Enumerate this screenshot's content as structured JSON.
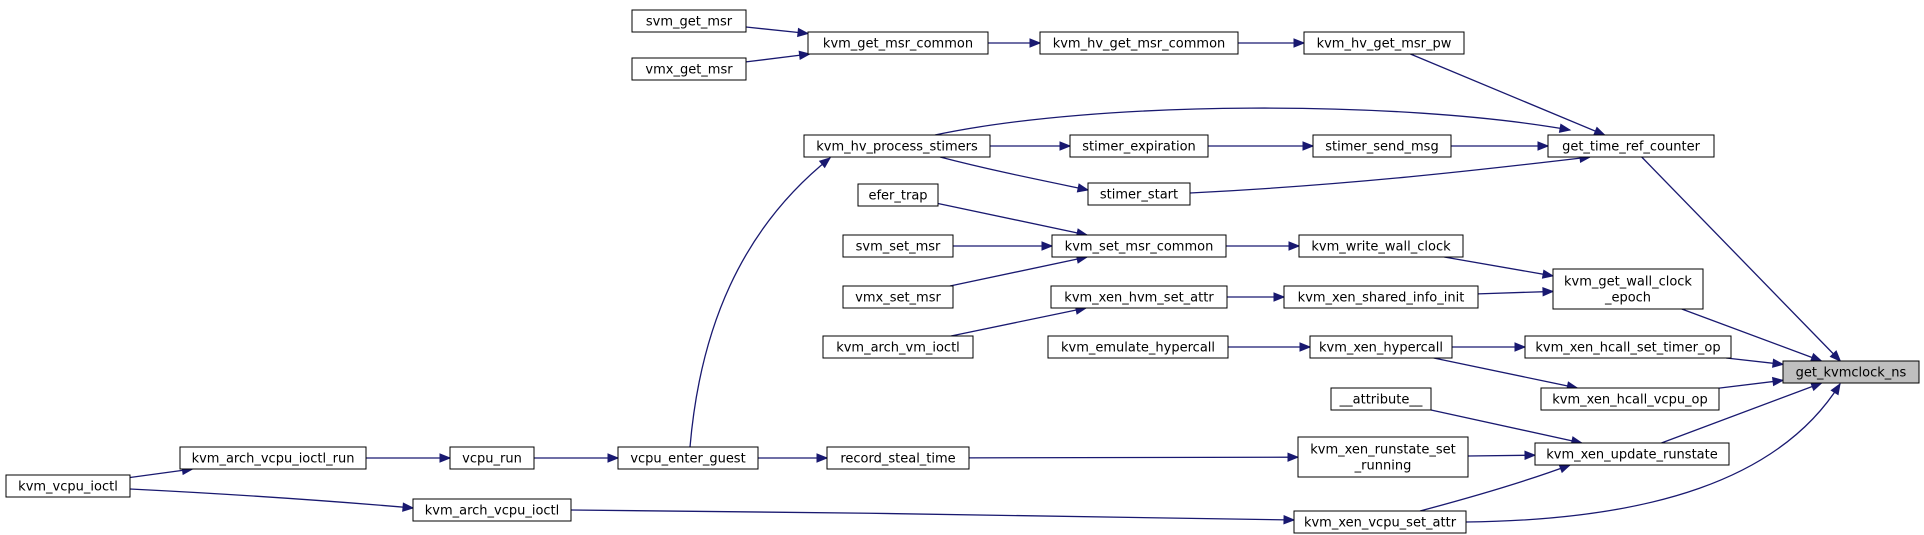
{
  "colors": {
    "edge": "#191970",
    "node_border": "#000000",
    "focus_fill": "#bfbfbf",
    "background": "#ffffff"
  },
  "nodes": [
    {
      "id": "svm_get_msr",
      "lines": [
        "svm_get_msr"
      ]
    },
    {
      "id": "vmx_get_msr",
      "lines": [
        "vmx_get_msr"
      ]
    },
    {
      "id": "kvm_get_msr_common",
      "lines": [
        "kvm_get_msr_common"
      ]
    },
    {
      "id": "kvm_hv_get_msr_common",
      "lines": [
        "kvm_hv_get_msr_common"
      ]
    },
    {
      "id": "kvm_hv_get_msr_pw",
      "lines": [
        "kvm_hv_get_msr_pw"
      ]
    },
    {
      "id": "kvm_hv_process_stimers",
      "lines": [
        "kvm_hv_process_stimers"
      ]
    },
    {
      "id": "stimer_expiration",
      "lines": [
        "stimer_expiration"
      ]
    },
    {
      "id": "stimer_send_msg",
      "lines": [
        "stimer_send_msg"
      ]
    },
    {
      "id": "get_time_ref_counter",
      "lines": [
        "get_time_ref_counter"
      ]
    },
    {
      "id": "stimer_start",
      "lines": [
        "stimer_start"
      ]
    },
    {
      "id": "efer_trap",
      "lines": [
        "efer_trap"
      ]
    },
    {
      "id": "svm_set_msr",
      "lines": [
        "svm_set_msr"
      ]
    },
    {
      "id": "kvm_set_msr_common",
      "lines": [
        "kvm_set_msr_common"
      ]
    },
    {
      "id": "kvm_write_wall_clock",
      "lines": [
        "kvm_write_wall_clock"
      ]
    },
    {
      "id": "kvm_get_wall_clock_epoch",
      "lines": [
        "kvm_get_wall_clock",
        "_epoch"
      ]
    },
    {
      "id": "vmx_set_msr",
      "lines": [
        "vmx_set_msr"
      ]
    },
    {
      "id": "kvm_xen_hvm_set_attr",
      "lines": [
        "kvm_xen_hvm_set_attr"
      ]
    },
    {
      "id": "kvm_xen_shared_info_init",
      "lines": [
        "kvm_xen_shared_info_init"
      ]
    },
    {
      "id": "kvm_arch_vm_ioctl",
      "lines": [
        "kvm_arch_vm_ioctl"
      ]
    },
    {
      "id": "kvm_emulate_hypercall",
      "lines": [
        "kvm_emulate_hypercall"
      ]
    },
    {
      "id": "kvm_xen_hypercall",
      "lines": [
        "kvm_xen_hypercall"
      ]
    },
    {
      "id": "kvm_xen_hcall_set_timer_op",
      "lines": [
        "kvm_xen_hcall_set_timer_op"
      ]
    },
    {
      "id": "get_kvmclock_ns",
      "lines": [
        "get_kvmclock_ns"
      ],
      "focus": true
    },
    {
      "id": "kvm_xen_hcall_vcpu_op",
      "lines": [
        "kvm_xen_hcall_vcpu_op"
      ]
    },
    {
      "id": "__attribute__",
      "lines": [
        "__attribute__"
      ]
    },
    {
      "id": "kvm_xen_runstate_set_running",
      "lines": [
        "kvm_xen_runstate_set",
        "_running"
      ]
    },
    {
      "id": "kvm_xen_update_runstate",
      "lines": [
        "kvm_xen_update_runstate"
      ]
    },
    {
      "id": "kvm_vcpu_ioctl",
      "lines": [
        "kvm_vcpu_ioctl"
      ]
    },
    {
      "id": "kvm_arch_vcpu_ioctl_run",
      "lines": [
        "kvm_arch_vcpu_ioctl_run"
      ]
    },
    {
      "id": "vcpu_run",
      "lines": [
        "vcpu_run"
      ]
    },
    {
      "id": "vcpu_enter_guest",
      "lines": [
        "vcpu_enter_guest"
      ]
    },
    {
      "id": "record_steal_time",
      "lines": [
        "record_steal_time"
      ]
    },
    {
      "id": "kvm_arch_vcpu_ioctl",
      "lines": [
        "kvm_arch_vcpu_ioctl"
      ]
    },
    {
      "id": "kvm_xen_vcpu_set_attr",
      "lines": [
        "kvm_xen_vcpu_set_attr"
      ]
    }
  ],
  "edges": [
    {
      "from": "svm_get_msr",
      "to": "kvm_get_msr_common"
    },
    {
      "from": "vmx_get_msr",
      "to": "kvm_get_msr_common"
    },
    {
      "from": "kvm_get_msr_common",
      "to": "kvm_hv_get_msr_common"
    },
    {
      "from": "kvm_hv_get_msr_common",
      "to": "kvm_hv_get_msr_pw"
    },
    {
      "from": "kvm_hv_get_msr_pw",
      "to": "get_time_ref_counter"
    },
    {
      "from": "kvm_hv_process_stimers",
      "to": "get_time_ref_counter"
    },
    {
      "from": "kvm_hv_process_stimers",
      "to": "stimer_expiration"
    },
    {
      "from": "stimer_expiration",
      "to": "stimer_send_msg"
    },
    {
      "from": "stimer_send_msg",
      "to": "get_time_ref_counter"
    },
    {
      "from": "stimer_start",
      "to": "get_time_ref_counter"
    },
    {
      "from": "kvm_hv_process_stimers",
      "to": "stimer_start"
    },
    {
      "from": "get_time_ref_counter",
      "to": "get_kvmclock_ns"
    },
    {
      "from": "efer_trap",
      "to": "kvm_set_msr_common"
    },
    {
      "from": "svm_set_msr",
      "to": "kvm_set_msr_common"
    },
    {
      "from": "vmx_set_msr",
      "to": "kvm_set_msr_common"
    },
    {
      "from": "kvm_set_msr_common",
      "to": "kvm_write_wall_clock"
    },
    {
      "from": "kvm_write_wall_clock",
      "to": "kvm_get_wall_clock_epoch"
    },
    {
      "from": "kvm_arch_vm_ioctl",
      "to": "kvm_xen_hvm_set_attr"
    },
    {
      "from": "kvm_xen_hvm_set_attr",
      "to": "kvm_xen_shared_info_init"
    },
    {
      "from": "kvm_xen_shared_info_init",
      "to": "kvm_get_wall_clock_epoch"
    },
    {
      "from": "kvm_get_wall_clock_epoch",
      "to": "get_kvmclock_ns"
    },
    {
      "from": "kvm_emulate_hypercall",
      "to": "kvm_xen_hypercall"
    },
    {
      "from": "kvm_xen_hypercall",
      "to": "kvm_xen_hcall_set_timer_op"
    },
    {
      "from": "kvm_xen_hypercall",
      "to": "kvm_xen_hcall_vcpu_op"
    },
    {
      "from": "kvm_xen_hcall_set_timer_op",
      "to": "get_kvmclock_ns"
    },
    {
      "from": "kvm_xen_hcall_vcpu_op",
      "to": "get_kvmclock_ns"
    },
    {
      "from": "__attribute__",
      "to": "kvm_xen_update_runstate"
    },
    {
      "from": "kvm_xen_runstate_set_running",
      "to": "kvm_xen_update_runstate"
    },
    {
      "from": "kvm_xen_vcpu_set_attr",
      "to": "kvm_xen_update_runstate"
    },
    {
      "from": "kvm_xen_update_runstate",
      "to": "get_kvmclock_ns"
    },
    {
      "from": "kvm_xen_vcpu_set_attr",
      "to": "get_kvmclock_ns"
    },
    {
      "from": "record_steal_time",
      "to": "kvm_xen_runstate_set_running"
    },
    {
      "from": "vcpu_enter_guest",
      "to": "record_steal_time"
    },
    {
      "from": "vcpu_enter_guest",
      "to": "kvm_hv_process_stimers"
    },
    {
      "from": "vcpu_run",
      "to": "vcpu_enter_guest"
    },
    {
      "from": "kvm_arch_vcpu_ioctl_run",
      "to": "vcpu_run"
    },
    {
      "from": "kvm_vcpu_ioctl",
      "to": "kvm_arch_vcpu_ioctl_run"
    },
    {
      "from": "kvm_vcpu_ioctl",
      "to": "kvm_arch_vcpu_ioctl"
    },
    {
      "from": "kvm_arch_vcpu_ioctl",
      "to": "kvm_xen_vcpu_set_attr"
    }
  ]
}
